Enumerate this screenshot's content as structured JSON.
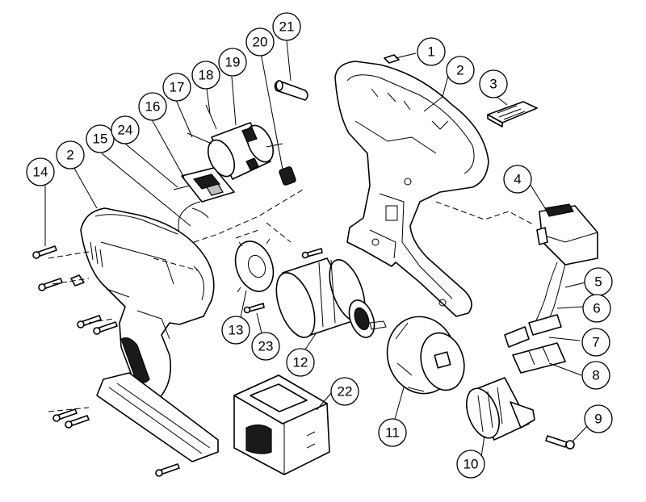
{
  "callouts": [
    {
      "id": "1",
      "label": "1"
    },
    {
      "id": "2a",
      "label": "2"
    },
    {
      "id": "2b",
      "label": "2"
    },
    {
      "id": "3",
      "label": "3"
    },
    {
      "id": "4",
      "label": "4"
    },
    {
      "id": "5",
      "label": "5"
    },
    {
      "id": "6",
      "label": "6"
    },
    {
      "id": "7",
      "label": "7"
    },
    {
      "id": "8",
      "label": "8"
    },
    {
      "id": "9",
      "label": "9"
    },
    {
      "id": "10",
      "label": "10"
    },
    {
      "id": "11",
      "label": "11"
    },
    {
      "id": "12",
      "label": "12"
    },
    {
      "id": "13",
      "label": "13"
    },
    {
      "id": "14",
      "label": "14"
    },
    {
      "id": "15",
      "label": "15"
    },
    {
      "id": "16",
      "label": "16"
    },
    {
      "id": "17",
      "label": "17"
    },
    {
      "id": "18",
      "label": "18"
    },
    {
      "id": "19",
      "label": "19"
    },
    {
      "id": "20",
      "label": "20"
    },
    {
      "id": "21",
      "label": "21"
    },
    {
      "id": "22",
      "label": "22"
    },
    {
      "id": "23",
      "label": "23"
    },
    {
      "id": "24",
      "label": "24"
    }
  ]
}
